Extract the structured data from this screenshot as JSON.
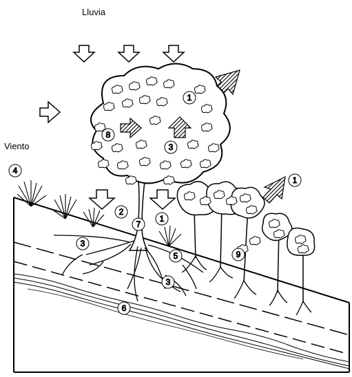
{
  "labels": {
    "rain": "Lluvia",
    "wind": "Viento"
  },
  "markers": [
    "1",
    "1",
    "1",
    "2",
    "3",
    "3",
    "3",
    "4",
    "5",
    "6",
    "7",
    "8",
    "9"
  ],
  "colors": {
    "ink": "#000000",
    "background": "#ffffff",
    "arrow_fill": "#555555"
  }
}
